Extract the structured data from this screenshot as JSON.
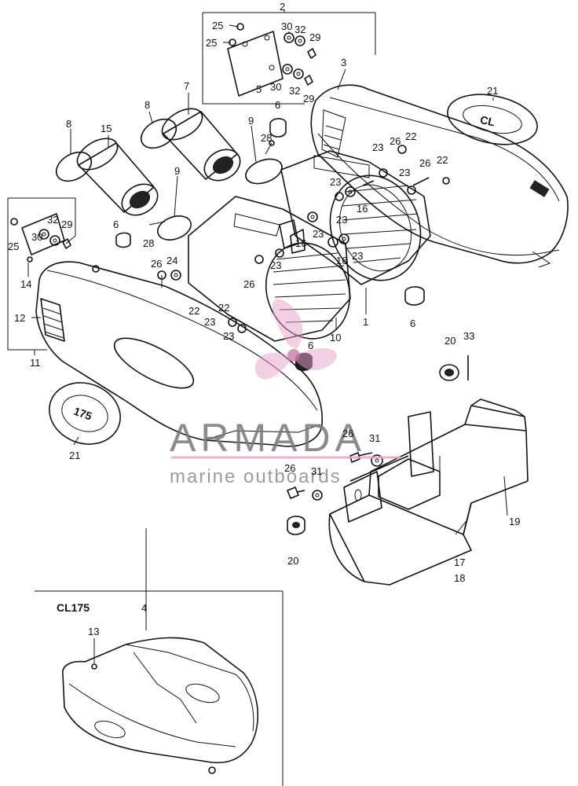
{
  "labels": {
    "l2": "2",
    "l25a": "25",
    "l25b": "25",
    "l30a": "30",
    "l32a": "32",
    "l29a": "29",
    "l30b": "30",
    "l32b": "32",
    "l5": "5",
    "l3": "3",
    "l21a": "21",
    "l29b": "29",
    "l8a": "8",
    "l7": "7",
    "l6a": "6",
    "l9a": "9",
    "l28a": "28",
    "l8b": "8",
    "l15": "15",
    "l9b": "9",
    "l23a": "23",
    "l26a": "26",
    "l22a": "22",
    "l23b": "23",
    "l26b": "26",
    "l22b": "22",
    "l23c": "23",
    "l16a": "16",
    "l23d": "23",
    "l23e": "23",
    "l16b": "16",
    "l23f": "23",
    "l16c": "16",
    "l23g": "23",
    "l25c": "25",
    "l32c": "32",
    "l30c": "30",
    "l29c": "29",
    "l14": "14",
    "l6b": "6",
    "l28b": "28",
    "l26c": "26",
    "l24": "24",
    "l26d": "26",
    "l23h": "23",
    "l12": "12",
    "l22c": "22",
    "l22d": "22",
    "l23i": "23",
    "l11": "11",
    "l1": "1",
    "l6c": "6",
    "l10": "10",
    "l6d": "6",
    "l20a": "20",
    "l33": "33",
    "l21b": "21",
    "l26e": "26",
    "l31a": "31",
    "l26f": "26",
    "l31b": "31",
    "l19": "19",
    "l17": "17",
    "l18": "18",
    "l20b": "20",
    "l13": "13",
    "l4": "4"
  },
  "emblem_text": {
    "right_cover": "CL",
    "left_cover": "175"
  },
  "inset": {
    "model": "CL175"
  },
  "watermark": {
    "brand": "ARMADA",
    "tagline": "marine outboards",
    "accent_color": "#e8a0c8",
    "text_color": "#777777"
  }
}
